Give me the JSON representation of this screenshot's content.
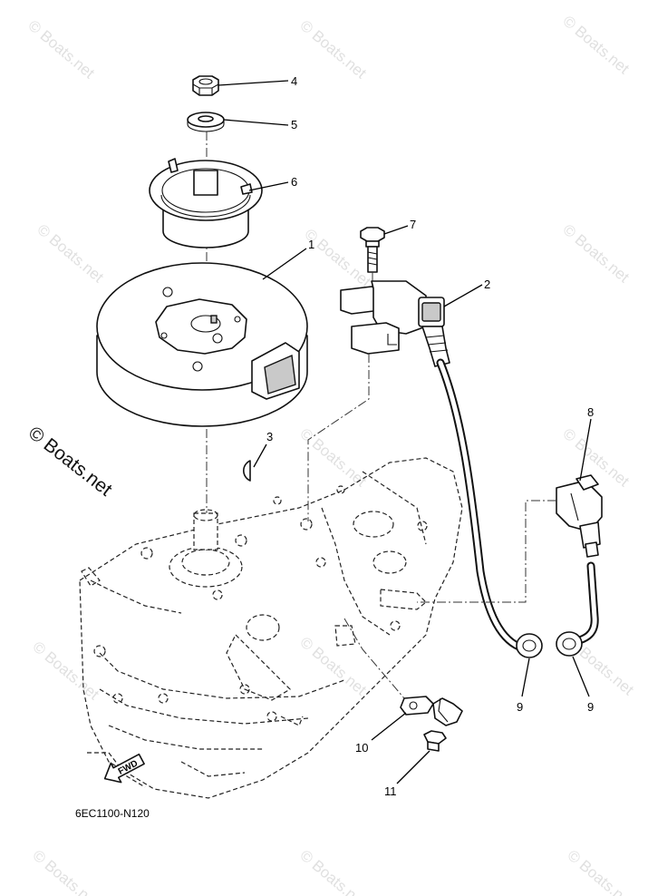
{
  "diagram": {
    "callouts": [
      "1",
      "2",
      "3",
      "4",
      "5",
      "6",
      "7",
      "8",
      "9",
      "9",
      "10",
      "11"
    ],
    "drawing_code": "6EC1100-N120",
    "fwd_label": "FWD",
    "watermark_main": "© Boats.net",
    "watermark_faint": "© Boats.net"
  }
}
